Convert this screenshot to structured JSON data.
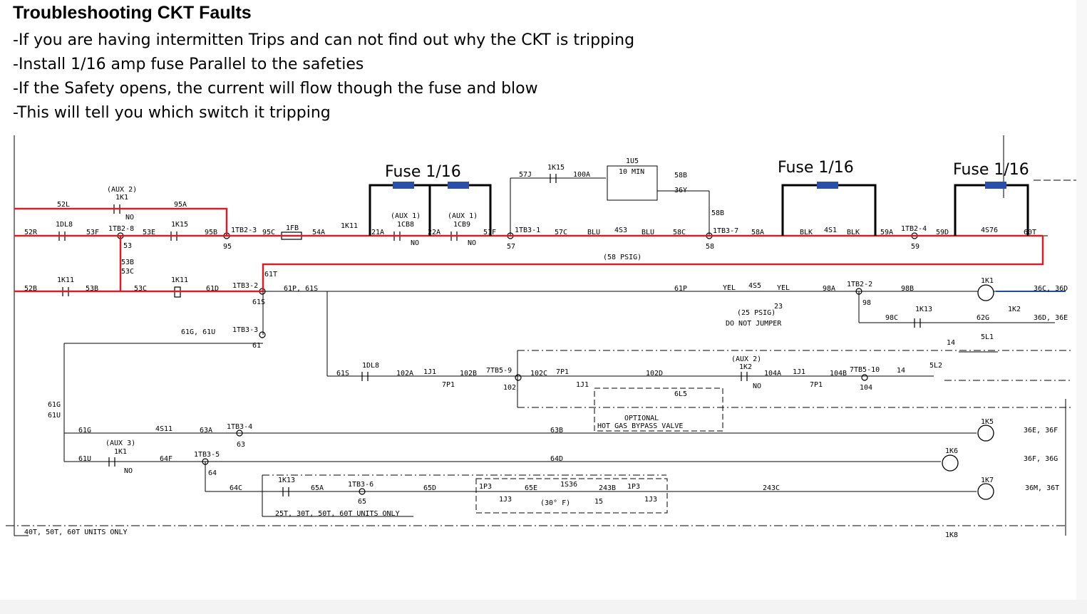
{
  "title": "Troubleshooting CKT Faults",
  "bullets": [
    "-If you are having intermitten Trips and can not find out why the CKT is tripping",
    "-Install 1/16 amp fuse Parallel to the safeties",
    "-If the Safety opens, the current will flow though the fuse and blow",
    "-This will tell you which switch it tripping"
  ],
  "fuse_labels": [
    "Fuse 1/16",
    "Fuse 1/16",
    "Fuse 1/16"
  ],
  "colors": {
    "highlight": "#d0202a",
    "fuse_body": "#2a4fa8",
    "fuse_leads": "#000000",
    "blue_wire": "#1f4fa0"
  },
  "schematic": {
    "row1": [
      "52L",
      "(AUX 2)",
      "1K1",
      "95A",
      "NO",
      "1DL8",
      "1K15",
      "52R",
      "53F",
      "1TB2-8",
      "53E",
      "95B",
      "1TB2-3",
      "95C",
      "1FB",
      "54A",
      "1K11",
      "21A",
      "(AUX 1)",
      "1CB8",
      "NO",
      "22A",
      "(AUX 1)",
      "1CB9",
      "NO",
      "51F",
      "57J",
      "1K15",
      "100A",
      "1U5",
      "10 MIN",
      "58B",
      "36Y",
      "1TB3-1",
      "57C",
      "BLU",
      "4S3",
      "BLU",
      "58C",
      "(58 PSIG)",
      "58B",
      "1TB3-7",
      "58A",
      "BLK",
      "4S1",
      "BLK",
      "59A",
      "1TB2-4",
      "59D",
      "4S76",
      "60T",
      "53",
      "95",
      "57",
      "58",
      "59"
    ],
    "row2": [
      "53B",
      "53C",
      "61T",
      "52B",
      "1K11",
      "53B",
      "53C",
      "1K11",
      "61D",
      "1TB3-2",
      "61P, 61S",
      "61S",
      "61P",
      "YEL",
      "4S5",
      "YEL",
      "98A",
      "1TB2-2",
      "98B",
      "1K1",
      "36C, 36D",
      "(25 PSIG)",
      "DO NOT JUMPER",
      "23",
      "98",
      "98C",
      "1K13",
      "62G",
      "1K2",
      "36D, 36E"
    ],
    "row3": [
      "61G, 61U",
      "1TB3-3",
      "61",
      "14",
      "5L1"
    ],
    "row4": [
      "61S",
      "1DL8",
      "102A",
      "1J1",
      "7P1",
      "102B",
      "7TB5-9",
      "102C",
      "7P1",
      "1J1",
      "102D",
      "(AUX 2)",
      "1K2",
      "104A",
      "1J1",
      "7P1",
      "104B",
      "7TB5-10",
      "104",
      "14",
      "5L2",
      "NO",
      "102",
      "6L5",
      "OPTIONAL",
      "HOT GAS BYPASS VALVE"
    ],
    "row5": [
      "61G",
      "61U",
      "61G",
      "4S11",
      "63A",
      "1TB3-4",
      "63",
      "63B",
      "1K5",
      "36E, 36F"
    ],
    "row6": [
      "61U",
      "(AUX 3)",
      "1K1",
      "NO",
      "64F",
      "1TB3-5",
      "64D",
      "1K6",
      "36F, 36G"
    ],
    "row7": [
      "64",
      "64C",
      "1K13",
      "65A",
      "1TB3-6",
      "65",
      "65D",
      "1P3",
      "1J3",
      "65E",
      "1S36",
      "(30° F)",
      "15",
      "243B",
      "1P3",
      "1J3",
      "243C",
      "1K7",
      "36M, 36T",
      "25T, 30T, 50T, 60T UNITS ONLY"
    ],
    "footer_note": "40T, 50T, 60T UNITS ONLY",
    "cut_label": "1K8"
  }
}
